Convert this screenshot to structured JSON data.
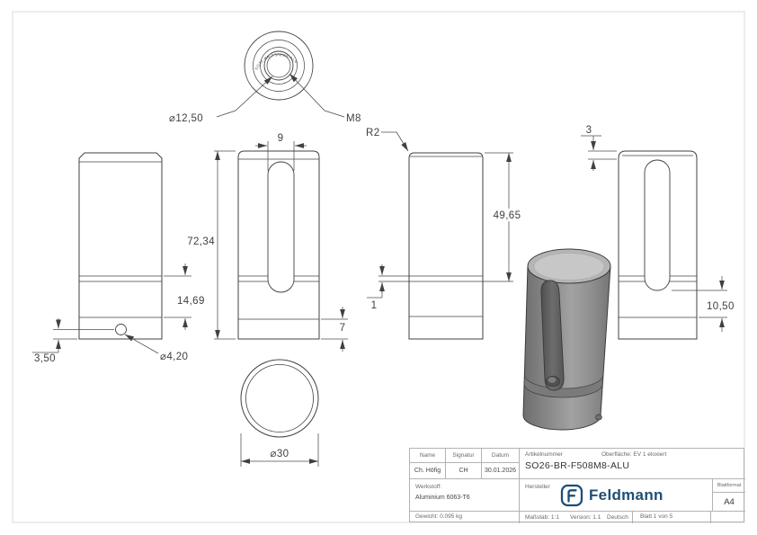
{
  "drawing": {
    "engraving": "SO26-BR-F508M8-ALU",
    "line_color": "#404040",
    "dims": {
      "dia_counterbore": "⌀12,50",
      "thread": "M8",
      "radius_top": "R2",
      "slot_width": "9",
      "total_height": "72,34",
      "upper_height": "49,65",
      "slot_offset_top": "3",
      "lower_height": "14,69",
      "groove_height": "1",
      "slot_bottom_offset": "10,50",
      "base_height": "7",
      "hole_offset": "3,50",
      "hole_dia": "⌀4,20",
      "outer_dia": "⌀30"
    }
  },
  "title_block": {
    "name_label": "Name",
    "signatur_label": "Signatur",
    "datum_label": "Datum",
    "name_value": "Ch. Höfig",
    "signatur_value": "CH",
    "datum_value": "30.01.2026",
    "artikelnummer_label": "Artikelnummer",
    "artikelnummer_value": "SO26-BR-F508M8-ALU",
    "oberflaeche_label": "Oberfläche:  EV 1 eloxiert",
    "werkstoff_label": "Werkstoff:",
    "werkstoff_value": "Aluminium 6063-T6",
    "hersteller_label": "Hersteller",
    "brand": "Feldmann",
    "brand_color": "#1d4e78",
    "blattformat_label": "Blattformat",
    "blattformat_value": "A4",
    "gewicht": "Gewicht: 0.095 kg",
    "massstab": "Maßstab: 1:1",
    "version": "Version: 1.1",
    "sprache": "Deutsch",
    "blatt": "Blatt 1 von 5"
  }
}
